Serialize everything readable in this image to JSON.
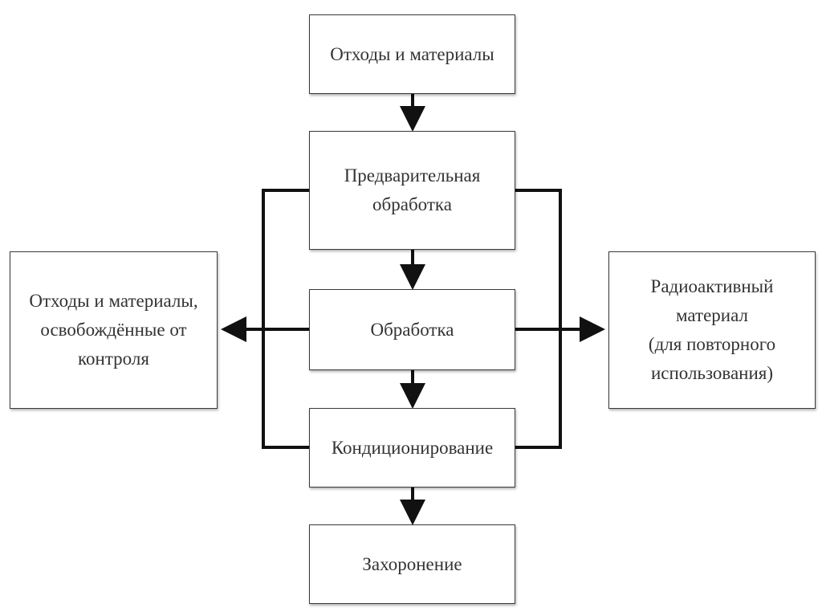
{
  "diagram": {
    "colors": {
      "line": "#111111",
      "box_border": "#3a3a3a",
      "text": "#333333",
      "background": "#ffffff"
    },
    "nodes": {
      "input": {
        "lines": [
          "Отходы и материалы"
        ]
      },
      "pretreatment": {
        "lines": [
          "Предварительная",
          "обработка"
        ]
      },
      "treatment": {
        "lines": [
          "Обработка"
        ]
      },
      "conditioning": {
        "lines": [
          "Кондиционирование"
        ]
      },
      "disposal": {
        "lines": [
          "Захоронение"
        ]
      },
      "released": {
        "lines": [
          "Отходы и материалы,",
          "освобождённые от",
          "контроля"
        ]
      },
      "reuse": {
        "lines": [
          "Радиоактивный материал",
          "(для повторного",
          "использования)"
        ]
      }
    }
  }
}
